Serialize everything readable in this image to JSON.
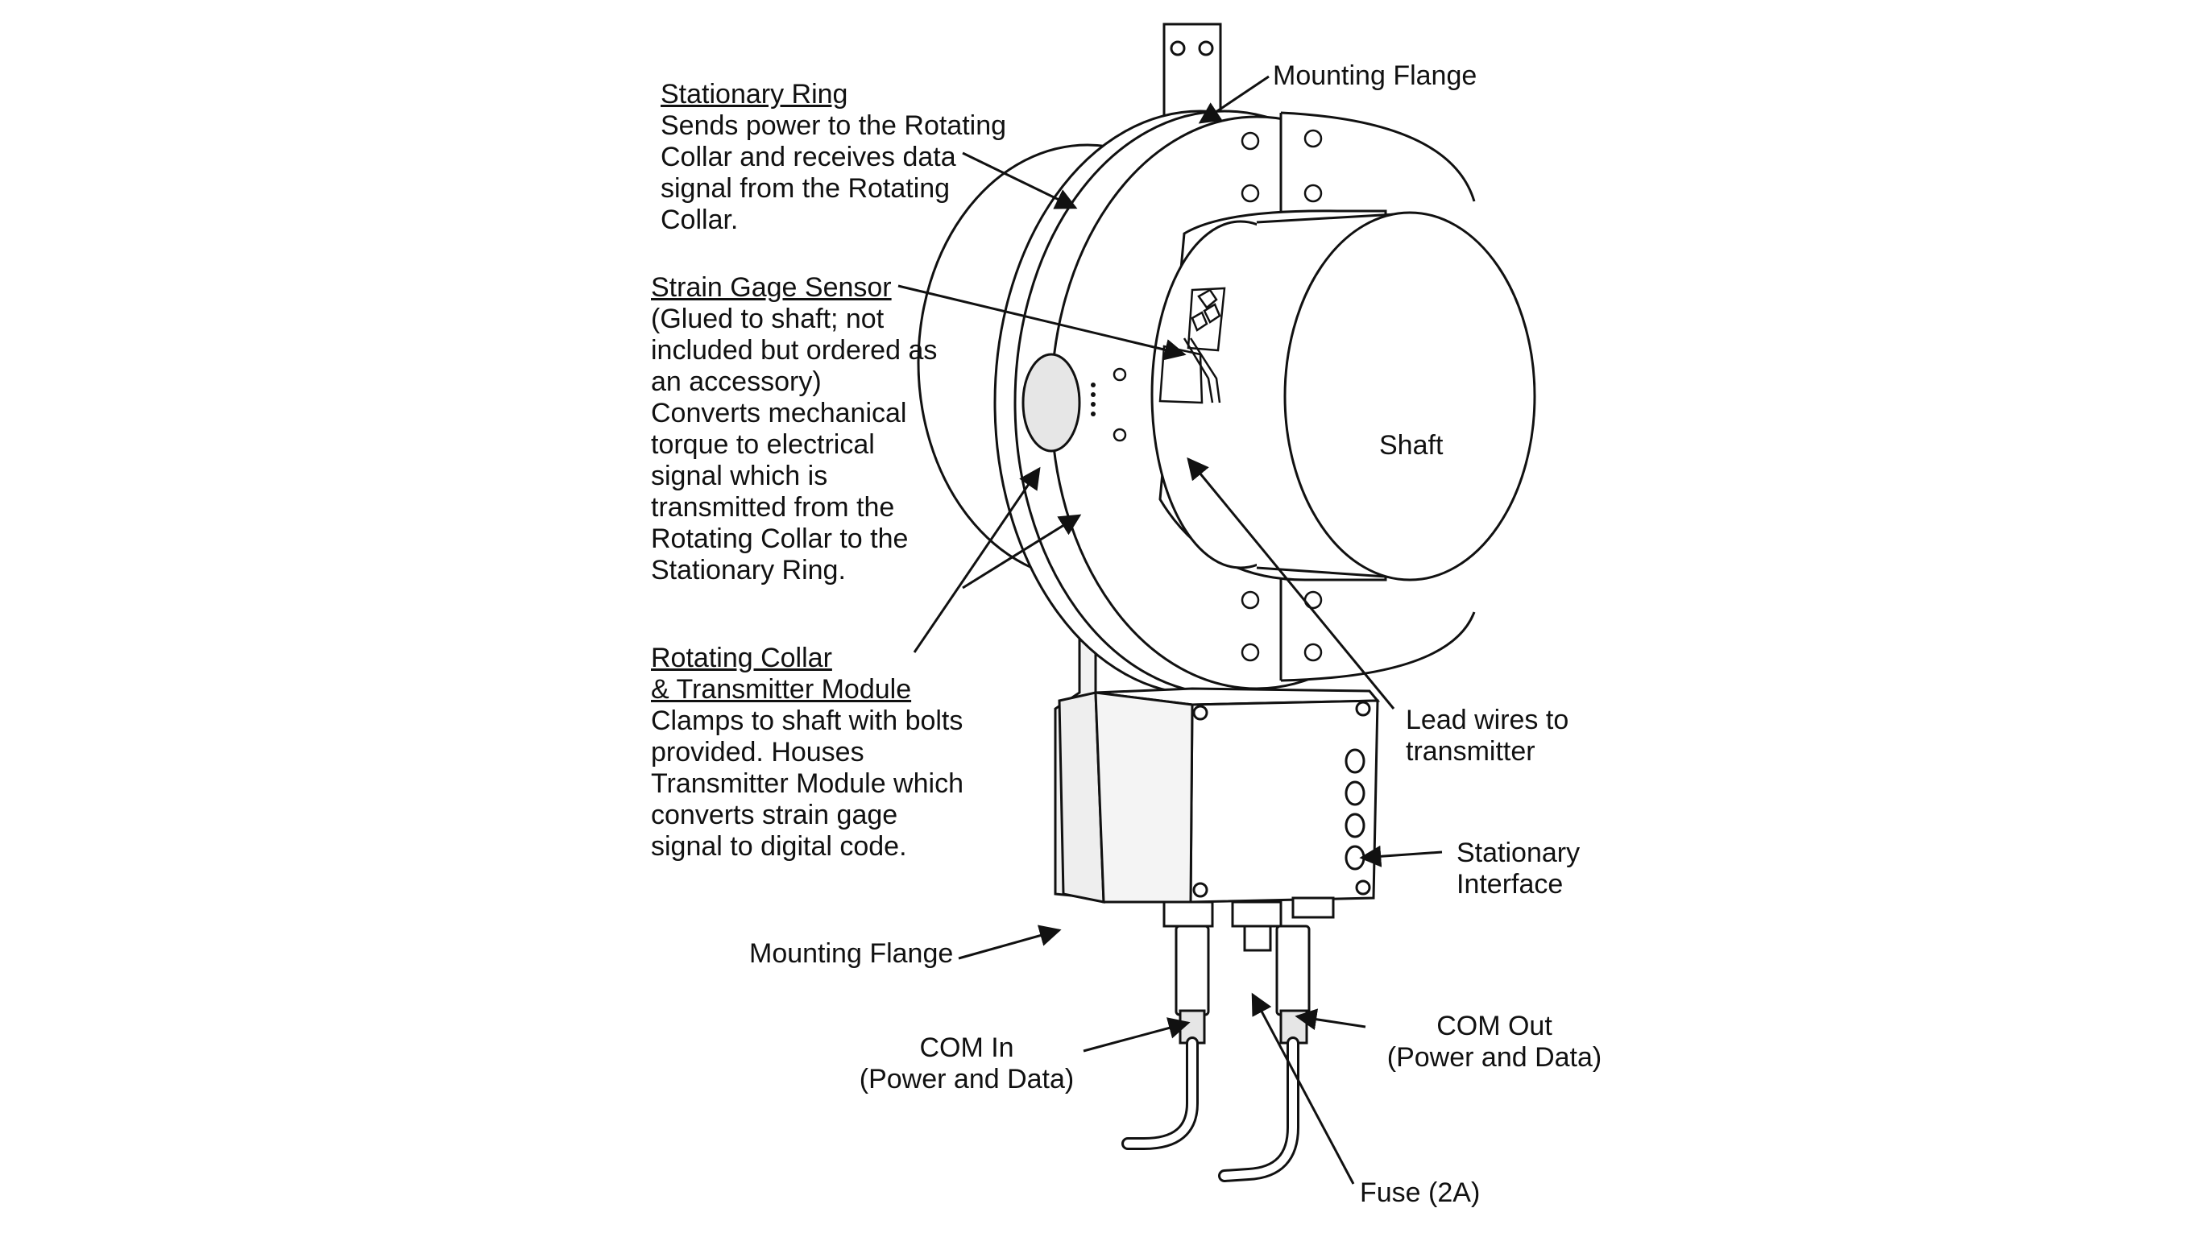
{
  "colors": {
    "ink": "#111111",
    "body": "#ffffff",
    "shade": "#e6e6e6"
  },
  "labels": {
    "stationary_ring": {
      "title": "Stationary Ring",
      "lines": [
        "Sends power to the Rotating",
        "Collar and receives data",
        "signal from the Rotating",
        "Collar."
      ]
    },
    "strain_gage": {
      "title": "Strain Gage Sensor",
      "lines": [
        "(Glued to shaft; not",
        "included but ordered as",
        "an accessory)",
        "Converts mechanical",
        "torque to electrical",
        "signal which is",
        "transmitted from the",
        "Rotating Collar to the",
        "Stationary Ring."
      ]
    },
    "rotating_collar": {
      "title_1": "Rotating Collar",
      "title_2": "& Transmitter Module",
      "lines": [
        "Clamps to shaft with bolts",
        "provided. Houses",
        "Transmitter Module which",
        "converts strain gage",
        "signal to digital code."
      ]
    },
    "mounting_flange_top": "Mounting Flange",
    "mounting_flange_bottom": "Mounting Flange",
    "shaft": "Shaft",
    "lead_wires": [
      "Lead wires to",
      "transmitter"
    ],
    "stationary_interface": [
      "Stationary",
      "Interface"
    ],
    "com_in": [
      "COM In",
      "(Power and Data)"
    ],
    "com_out": [
      "COM Out",
      "(Power and Data)"
    ],
    "fuse": "Fuse (2A)"
  }
}
